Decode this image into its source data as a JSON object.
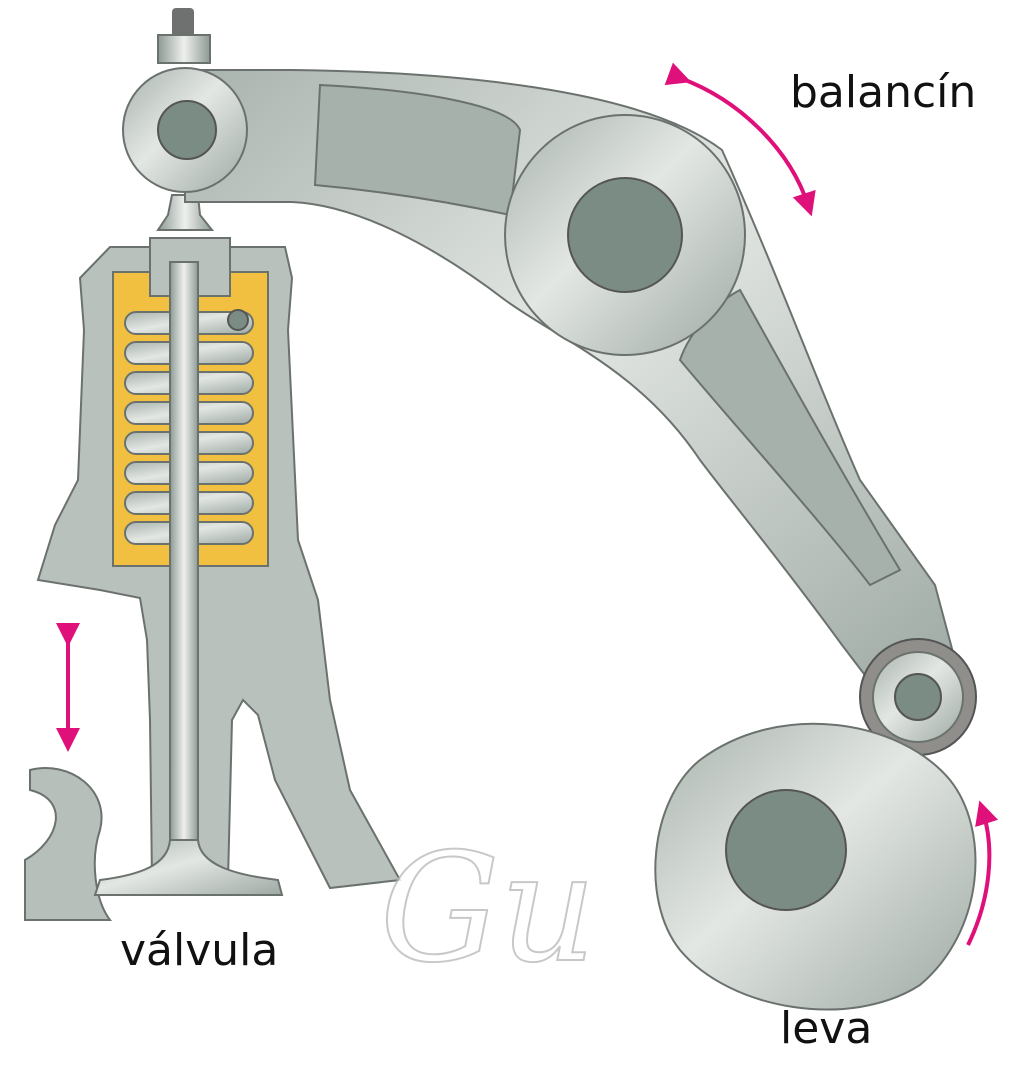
{
  "labels": {
    "rocker": "balancín",
    "valve": "válvula",
    "cam": "leva"
  },
  "watermark_text": "Gu",
  "colors": {
    "metal": "#b9c1bc",
    "metal_dark": "#9aa69f",
    "pin": "#7b8c84",
    "outline": "#6b726e",
    "spring_chamber": "#f2c040",
    "arrow": "#e0107a"
  }
}
